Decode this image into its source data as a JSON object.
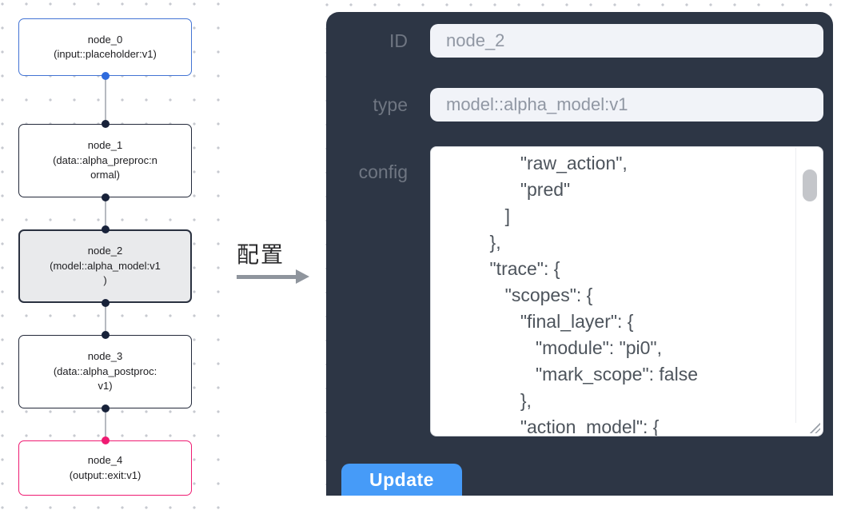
{
  "canvas": {
    "nodes": [
      {
        "id": "node_0",
        "label": "node_0\n(input::placeholder:v1)",
        "kind": "input"
      },
      {
        "id": "node_1",
        "label": "node_1\n(data::alpha_preproc:n\normal)",
        "kind": "data"
      },
      {
        "id": "node_2",
        "label": "node_2\n(model::alpha_model:v1\n)",
        "kind": "model",
        "selected": true
      },
      {
        "id": "node_3",
        "label": "node_3\n(data::alpha_postproc:\nv1)",
        "kind": "data"
      },
      {
        "id": "node_4",
        "label": "node_4\n(output::exit:v1)",
        "kind": "output"
      }
    ]
  },
  "transfer": {
    "label": "配置"
  },
  "panel": {
    "id_field": {
      "label": "ID",
      "value": "node_2"
    },
    "type_field": {
      "label": "type",
      "value": "model::alpha_model:v1"
    },
    "config_field": {
      "label": "config",
      "value": "               \"raw_action\",\n               \"pred\"\n            ]\n         },\n         \"trace\": {\n            \"scopes\": {\n               \"final_layer\": {\n                  \"module\": \"pi0\",\n                  \"mark_scope\": false\n               },\n               \"action_model\": {"
    },
    "update_button": "Update"
  },
  "colors": {
    "panel_bg": "#2d3645",
    "accent_blue": "#469bf8",
    "input_bg": "#f1f3f8",
    "node_input_border": "#4374d4",
    "node_default_border": "#23293a",
    "node_output_border": "#ef1b72",
    "selected_node_bg": "#e9eaec",
    "edge_gray": "#b6bac0"
  }
}
